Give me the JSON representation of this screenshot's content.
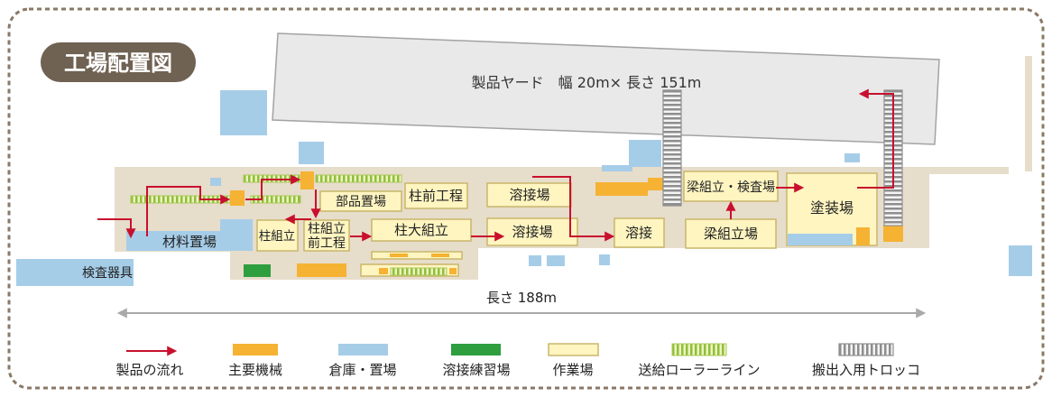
{
  "title": "工場配置図",
  "product_yard": {
    "label": "製品ヤード　幅 20m× 長さ 151m"
  },
  "overall_length": "長さ 188m",
  "areas": {
    "material_storage": "材料置場",
    "inspection_tools": "検査器具",
    "parts_storage": "部品置場",
    "column_pre_process": "柱前工程",
    "welding_area_upper": "溶接場",
    "welding_area_lower": "溶接場",
    "column_assembly": "柱組立",
    "column_assembly_pre_process": [
      "柱組立",
      "前工程"
    ],
    "column_main_assembly": "柱大組立",
    "welding": "溶接",
    "beam_assembly_inspection": "梁組立・検査場",
    "beam_assembly": "梁組立場",
    "painting": "塗装場"
  },
  "legend": {
    "product_flow": "製品の流れ",
    "main_machinery": "主要機械",
    "storage": "倉庫・置場",
    "welding_practice": "溶接練習場",
    "work_area": "作業場",
    "feed_roller_line": "送給ローラーライン",
    "transport_trolley": "搬出入用トロッコ"
  },
  "colors": {
    "flow": "#c8102e",
    "machine": "#f6b233",
    "storage": "#a6cde8",
    "practice": "#2e9e3e",
    "work": "#fff5c1",
    "floor": "#e7ddcb",
    "badge": "#6f6253"
  }
}
